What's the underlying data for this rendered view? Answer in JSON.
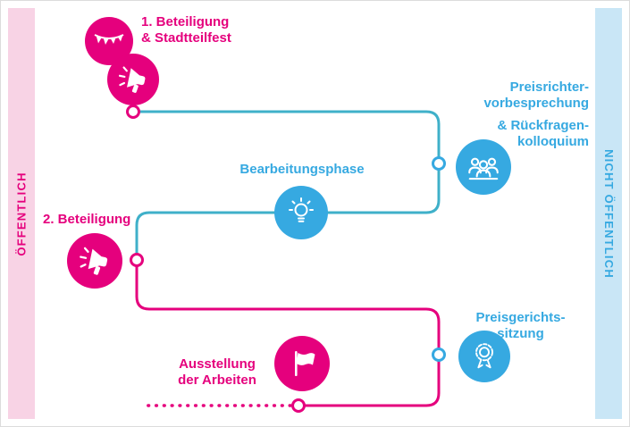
{
  "diagram": {
    "bands": {
      "left": {
        "label": "ÖFFENTLICH"
      },
      "right": {
        "label": "NICHT ÖFFENTLICH"
      }
    },
    "nodes": {
      "beteiligung1": {
        "lines": [
          "1. Beteiligung",
          "& Stadtteilfest"
        ]
      },
      "preisrichter": {
        "lines": [
          "Preisrichter-",
          "vorbesprechung",
          "& Rückfragen-",
          "kolloquium"
        ]
      },
      "bearbeitungsphase": {
        "label": "Bearbeitungsphase"
      },
      "beteiligung2": {
        "label": "2. Beteiligung"
      },
      "preisgericht": {
        "lines": [
          "Preisgerichts-",
          "sitzung"
        ]
      },
      "ausstellung": {
        "lines": [
          "Ausstellung",
          "der Arbeiten"
        ]
      }
    },
    "icons": {
      "festival": "bunting-icon",
      "participation1": "megaphone-icon",
      "jury_briefing": "people-icon",
      "work_phase": "lightbulb-icon",
      "participation2": "megaphone-icon",
      "jury_session": "award-icon",
      "exhibition": "flag-icon"
    },
    "colors": {
      "pink": "#e5007d",
      "blue": "#36a9e1",
      "line_teal": "#3fb0c9",
      "band_pink_bg": "#f8d3e5",
      "band_blue_bg": "#c9e6f6"
    }
  }
}
